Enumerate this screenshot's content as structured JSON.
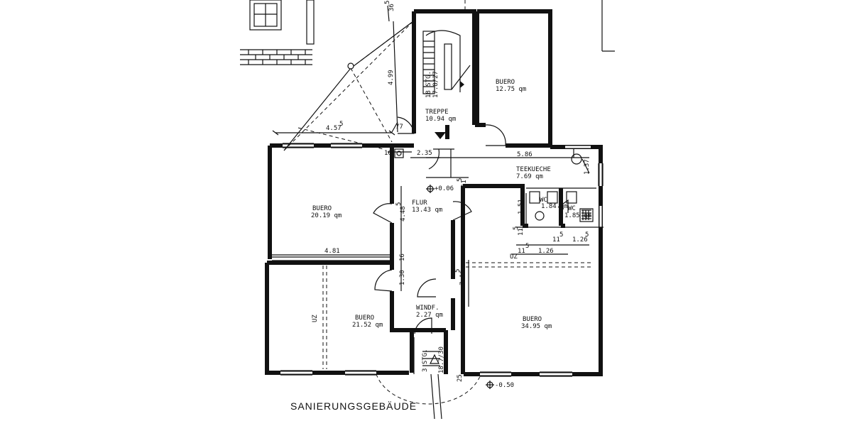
{
  "plan": {
    "title": "SANIERUNGSGEBÄUDE",
    "rooms": {
      "treppe": {
        "name": "TREPPE",
        "area": "10.94 qm",
        "stairs": "18 STG.",
        "stair_ratio": "17.8/27"
      },
      "buero_top": {
        "name": "BUERO",
        "area": "12.75 qm"
      },
      "teekueche": {
        "name": "TEEKUECHE",
        "area": "7.69 qm"
      },
      "wc_left": {
        "name": "WC",
        "area": "1.84 qm"
      },
      "wc_right": {
        "name": "WC",
        "area": "1.85 qm"
      },
      "buero_left": {
        "name": "BUERO",
        "area": "20.19 qm"
      },
      "flur": {
        "name": "FLUR",
        "area": "13.43 qm"
      },
      "buero_bottom_left": {
        "name": "BUERO",
        "area": "21.52 qm"
      },
      "windf": {
        "name": "WINDF.",
        "area": "2.27 qm"
      },
      "buero_right": {
        "name": "BUERO",
        "area": "34.95 qm"
      },
      "entry_stairs": {
        "stairs": "3 STG.",
        "stair_ratio": "18.7/30"
      }
    },
    "dimensions": {
      "d_457": "4.57",
      "d_457_sup": "5",
      "d_499": "4.99",
      "d_77": "77",
      "d_16": "16",
      "d_235": "2.35",
      "d_586": "5.86",
      "d_137": "1.37",
      "d_448": "4.48",
      "d_448_sup": "5",
      "d_481": "4.81",
      "d_151": "1.51",
      "d_115a": "11",
      "d_115a_sup": "5",
      "d_115b": "11",
      "d_115b_sup": "5",
      "d_115c": "11",
      "d_115c_sup": "5",
      "d_126a": "1.26",
      "d_126b": "1.26",
      "d_126b_sup": "5",
      "d_716": "7.16",
      "d_716_sup": "5",
      "d_130": "1.30",
      "d_16b": "16",
      "d_36": "36",
      "d_36_sup": "5",
      "d_115top": "11",
      "d_115top_sup": "5",
      "d_25": "25"
    },
    "levels": {
      "flur_level": "+0.06",
      "outside_level": "-0.50"
    },
    "uz_labels": {
      "uz_mid": "UZ",
      "uz_left": "UZ"
    }
  }
}
